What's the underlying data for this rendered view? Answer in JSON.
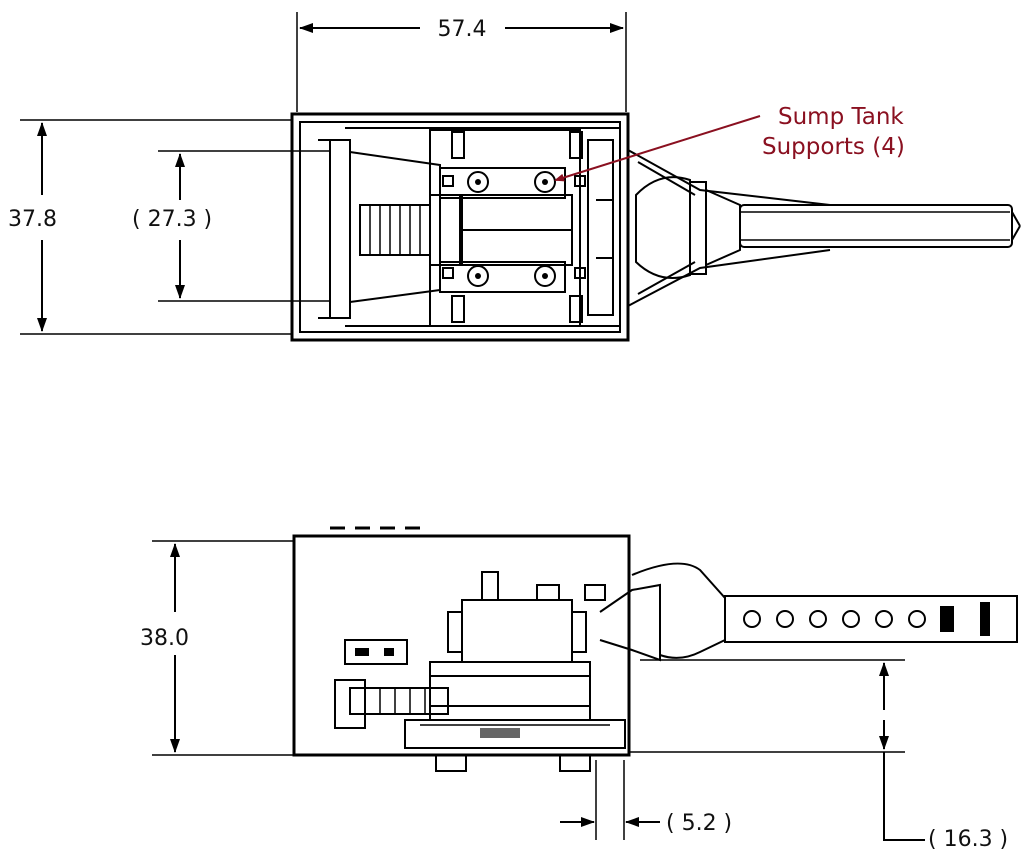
{
  "top_view": {
    "width_dim": "57.4",
    "height_dim": "37.8",
    "inner_dim": "( 27.3 )",
    "callout": {
      "line1": "Sump Tank",
      "line2": "Supports (4)"
    }
  },
  "side_view": {
    "height_dim": "38.0",
    "offset_dim": "( 5.2 )",
    "drop_dim": "( 16.3 )"
  },
  "colors": {
    "line": "#000000",
    "callout": "#8a1020",
    "background": "#ffffff"
  }
}
